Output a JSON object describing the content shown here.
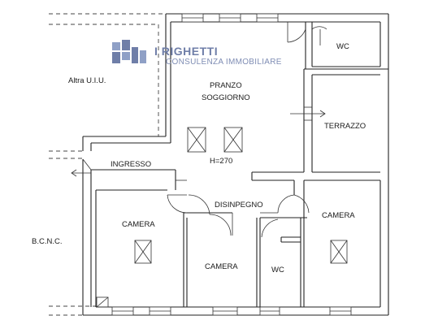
{
  "logo": {
    "title": "I RIGHETTI",
    "subtitle": "CONSULENZA IMMOBILIARE",
    "colors": {
      "primary": "#6f7ea8",
      "accent": "#8fa0c6"
    }
  },
  "rooms": {
    "wc_top": "WC",
    "altra": "Altra U.I.U.",
    "pranzo": "PRANZO",
    "soggiorno": "SOGGIORNO",
    "terrazzo": "TERRAZZO",
    "ingresso": "INGRESSO",
    "height": "H=270",
    "disinpegno": "DISINPEGNO",
    "camera_left": "CAMERA",
    "camera_right": "CAMERA",
    "camera_center": "CAMERA",
    "wc_bottom": "WC",
    "bcnc": "B.C.N.C."
  }
}
